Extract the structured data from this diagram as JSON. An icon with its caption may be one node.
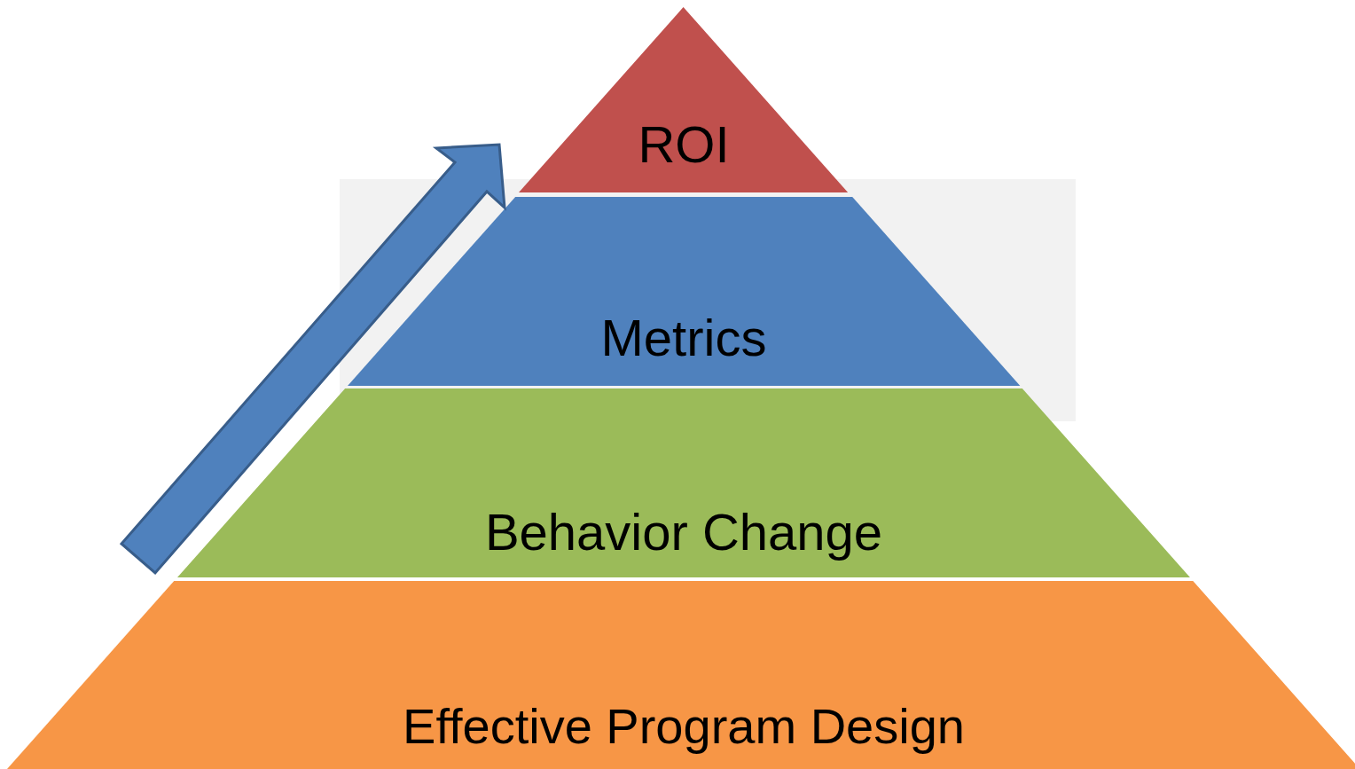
{
  "diagram": {
    "nodes": [
      {
        "text": [
          "ROI"
        ]
      },
      {
        "text": [
          "Metrics"
        ]
      },
      {
        "text": [
          "Behavior Change"
        ]
      },
      {
        "text": [
          "Effective Program Design"
        ]
      }
    ]
  }
}
